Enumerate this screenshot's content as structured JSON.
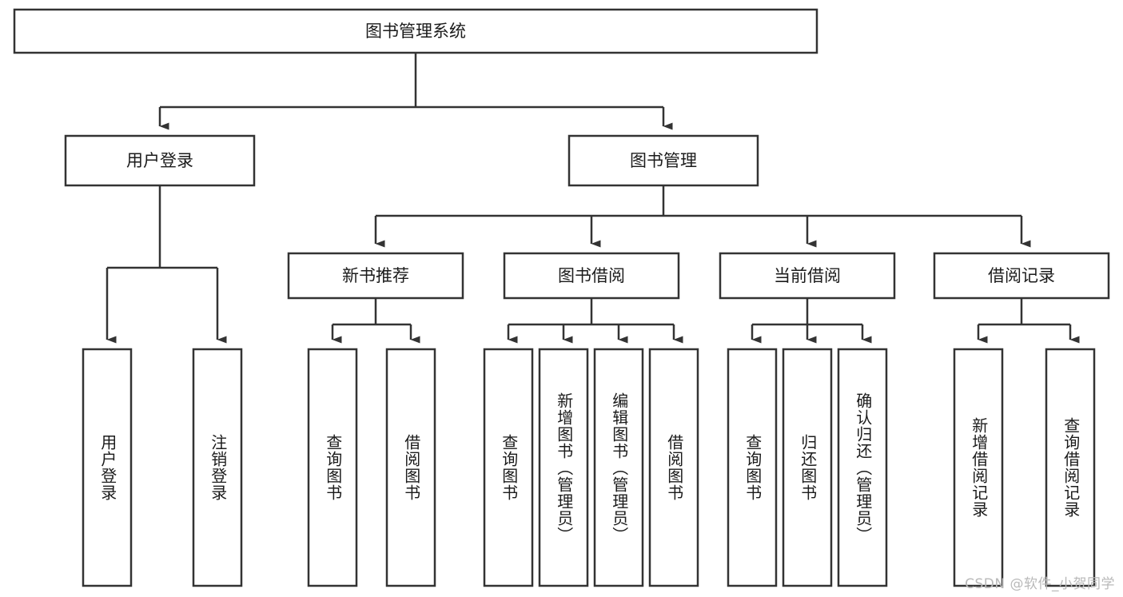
{
  "diagram": {
    "title_node": {
      "label": "图书管理系统"
    },
    "level1": [
      {
        "id": "user-login",
        "label": "用户登录"
      },
      {
        "id": "book-management",
        "label": "图书管理"
      }
    ],
    "level2": [
      {
        "id": "new-book-recommend",
        "label": "新书推荐",
        "parent": "book-management"
      },
      {
        "id": "book-borrow",
        "label": "图书借阅",
        "parent": "book-management"
      },
      {
        "id": "current-borrow",
        "label": "当前借阅",
        "parent": "book-management"
      },
      {
        "id": "borrow-record",
        "label": "借阅记录",
        "parent": "book-management"
      }
    ],
    "leaves": [
      {
        "id": "leaf-user-login",
        "label": "用户登录",
        "parent": "user-login"
      },
      {
        "id": "leaf-logout-login",
        "label": "注销登录",
        "parent": "user-login"
      },
      {
        "id": "leaf-query-book-1",
        "label": "查询图书",
        "parent": "new-book-recommend"
      },
      {
        "id": "leaf-borrow-book-1",
        "label": "借阅图书",
        "parent": "new-book-recommend"
      },
      {
        "id": "leaf-query-book-2",
        "label": "查询图书",
        "parent": "book-borrow"
      },
      {
        "id": "leaf-add-book",
        "label": "新增图书（管理员）",
        "parent": "book-borrow"
      },
      {
        "id": "leaf-edit-book",
        "label": "编辑图书（管理员）",
        "parent": "book-borrow"
      },
      {
        "id": "leaf-borrow-book-2",
        "label": "借阅图书",
        "parent": "book-borrow"
      },
      {
        "id": "leaf-query-book-3",
        "label": "查询图书",
        "parent": "current-borrow"
      },
      {
        "id": "leaf-return-book",
        "label": "归还图书",
        "parent": "current-borrow"
      },
      {
        "id": "leaf-confirm-return",
        "label": "确认归还（管理员）",
        "parent": "current-borrow"
      },
      {
        "id": "leaf-add-record",
        "label": "新增借阅记录",
        "parent": "borrow-record"
      },
      {
        "id": "leaf-query-record",
        "label": "查询借阅记录",
        "parent": "borrow-record"
      }
    ],
    "colors": {
      "stroke": "#333333",
      "background": "#ffffff",
      "text": "#1b1b1b",
      "watermark": "#b9b9b9"
    }
  },
  "watermark": {
    "text": "CSDN @软件_小贺同学"
  }
}
